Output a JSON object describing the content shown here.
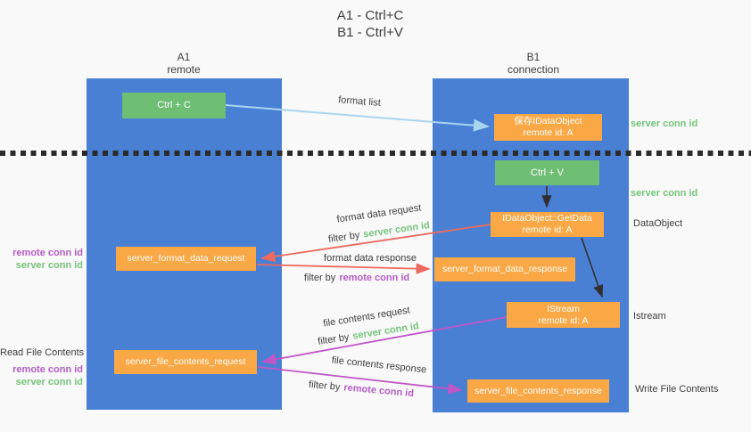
{
  "title": {
    "line1": "A1 - Ctrl+C",
    "line2": "B1 - Ctrl+V"
  },
  "lifelines": {
    "a1": {
      "name": "A1",
      "role": "remote"
    },
    "b1": {
      "name": "B1",
      "role": "connection"
    }
  },
  "nodes": {
    "ctrl_c": "Ctrl + C",
    "ctrl_v": "Ctrl + V",
    "save_dataobject": {
      "title": "保存IDataObject",
      "subtitle": "remote id: A"
    },
    "getdata": {
      "title": "IDataObject::GetData",
      "subtitle": "remote id: A"
    },
    "istream": {
      "title": "IStream",
      "subtitle": "remote id: A"
    },
    "format_request": "server_format_data_request",
    "format_response": "server_format_data_response",
    "file_request": "server_file_contents_request",
    "file_response": "server_file_contents_response"
  },
  "messages": {
    "format_list": "format list",
    "format_data_request": "format data request",
    "format_data_response": "format data response",
    "file_contents_request": "file contents request",
    "file_contents_response": "file contents response",
    "filter_by": "filter by",
    "server_conn_id": "server conn id",
    "remote_conn_id": "remote conn id"
  },
  "annotations": {
    "right": {
      "server_conn_id_top": "server conn id",
      "server_conn_id_mid": "server conn id",
      "dataobject": "DataObject",
      "istream": "Istream",
      "write_file_contents": "Write File Contents"
    },
    "left": {
      "remote_conn_id_1": "remote conn id",
      "server_conn_id_1": "server conn id",
      "read_file_contents": "Read File Contents",
      "remote_conn_id_2": "remote conn id",
      "server_conn_id_2": "server conn id"
    }
  },
  "colors": {
    "lifeline_blue": "#4a80d4",
    "action_green": "#6ebe74",
    "message_orange": "#f9a845",
    "request_red": "#ed6a5e",
    "response_magenta": "#c055c8",
    "format_list_blue": "#a8d5f0",
    "black_arrow": "#303030",
    "server_conn_green": "#74c47a",
    "remote_conn_purple": "#b55bc7"
  }
}
